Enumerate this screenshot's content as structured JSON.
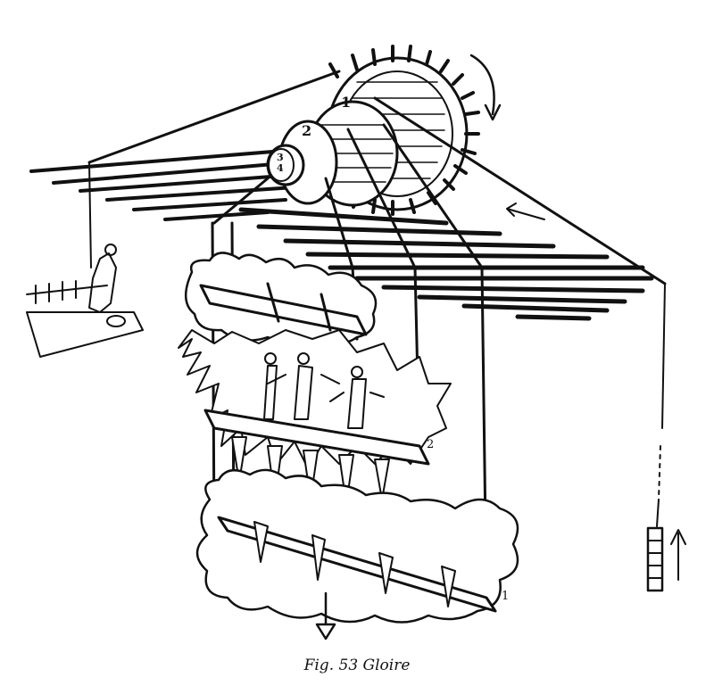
{
  "caption": "Fig. 53 Gloire",
  "labels": {
    "drum_large": "1",
    "drum_mid": "2",
    "drum_small_top": "3",
    "drum_small_bottom": "4",
    "platform_mid": "2",
    "platform_bottom": "1"
  }
}
